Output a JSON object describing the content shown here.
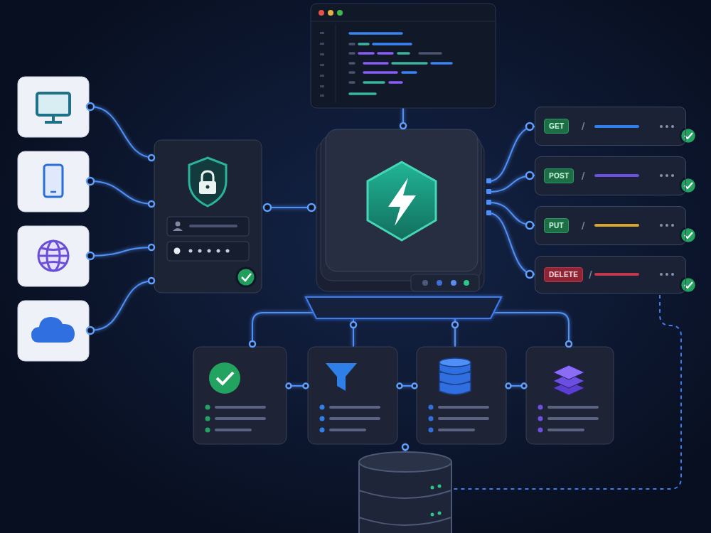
{
  "diagram": {
    "nodes": [
      {
        "text": [
          "GET",
          "/"
        ]
      },
      {
        "text": [
          "POST",
          "/"
        ]
      },
      {
        "text": [
          "PUT",
          "/"
        ]
      },
      {
        "text": [
          "DELETE",
          "/"
        ]
      }
    ]
  }
}
